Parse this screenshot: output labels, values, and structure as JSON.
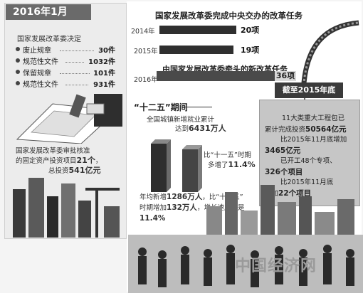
{
  "left": {
    "date": "2016年1月",
    "decision_title": "国家发展改革委决定",
    "items": [
      {
        "name": "废止规章",
        "value": "30件"
      },
      {
        "name": "规范性文件",
        "value": "1032件"
      },
      {
        "name": "保留规章",
        "value": "101件"
      },
      {
        "name": "规范性文件",
        "value": "931件"
      }
    ],
    "approve_line1": "国家发展改革委审批核准",
    "approve_line2_pre": "的固定资产投资项目",
    "approve_line2_val": "21个",
    "approve_line2_post": "，",
    "approve_line3_pre": "总投资",
    "approve_line3_val": "541亿元"
  },
  "tasks": {
    "title": "国家发展改革委完成中央交办的改革任务",
    "rows": [
      {
        "year": "2014年",
        "value": "20项",
        "count": 20
      },
      {
        "year": "2015年",
        "value": "19项",
        "count": 19
      }
    ],
    "new_title": "由国家发展改革委牵头的新改革任务",
    "new_row": {
      "year": "2016年",
      "value": "36项",
      "count": 36
    }
  },
  "plan": {
    "section_title": "“十二五”期间",
    "emp_title": "全国城镇新增就业累计",
    "emp_pre": "达到",
    "emp_val": "6431万人",
    "comp1": "比“十一五”时期",
    "comp2_pre": "多增了",
    "comp2_val": "11.4%",
    "annual_1_pre": "年均新增",
    "annual_1_val": "1286万人",
    "annual_1_post": "，比“十一五”",
    "annual_2_pre": "时期增加",
    "annual_2_val": "132万人",
    "annual_2_post": "，增长速度也是",
    "annual_3": "11.4%"
  },
  "end2015": {
    "title": "截至2015年底",
    "l1": "11大类重大工程包已",
    "l2_pre": "累计完成投资",
    "l2_val": "50564亿元",
    "l3": "比2015年11月底增加",
    "l4_val": "3465亿元",
    "l5": "已开工48个专项、",
    "l6_val": "326个项目",
    "l7": "比2015年11月底",
    "l8_pre": "增加",
    "l8_val": "22个项目"
  },
  "watermark": "中国经济网",
  "colors": {
    "dark": "#2f2f2f",
    "banner": "#6a6a6a",
    "box": "#c6c6c6"
  }
}
